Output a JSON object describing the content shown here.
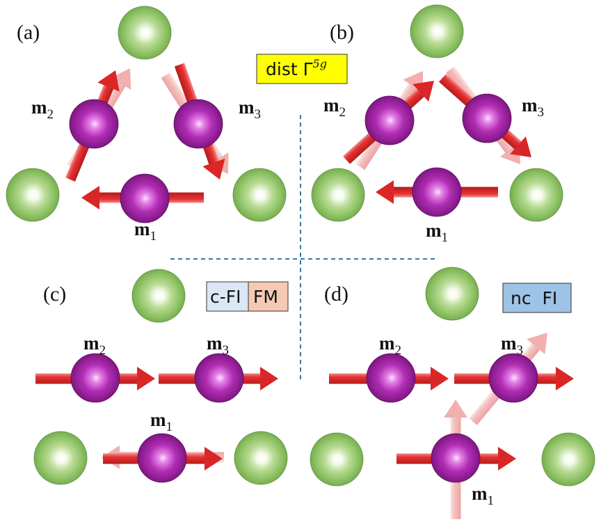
{
  "panels": {
    "a": "(a)",
    "b": "(b)",
    "c": "(c)",
    "d": "(d)"
  },
  "badges": {
    "dist": {
      "text": "dist Γ",
      "sup": "5g",
      "color": "#ffff00"
    },
    "cfi": {
      "text": "c-FI",
      "color": "#dbe7f4"
    },
    "fm": {
      "text": "FM",
      "color": "#f5c9b4"
    },
    "ncfi": {
      "text": "nc  FI",
      "color": "#9dc3e6"
    }
  },
  "moments": {
    "m": "m",
    "sub1": "1",
    "sub2": "2",
    "sub3": "3"
  },
  "colors": {
    "arrow": "#e12a2a",
    "arrow_faded": "#f0a8a8",
    "magnetic_atom": "#9a1f9f",
    "nonmagnetic_atom": "#8cc362",
    "divider": "#3a78a6"
  }
}
